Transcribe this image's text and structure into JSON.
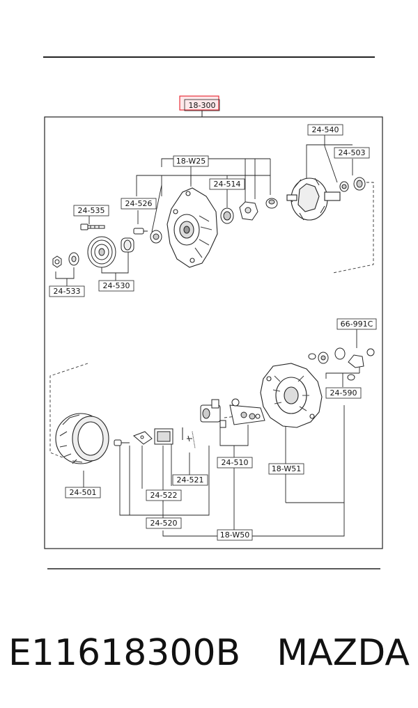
{
  "diagram": {
    "highlight_color": "#e8303a",
    "line_color": "#222222",
    "assembly_label": "18-300",
    "part_labels": {
      "p24_540": "24-540",
      "p24_503": "24-503",
      "p18_w25": "18-W25",
      "p24_514": "24-514",
      "p24_526": "24-526",
      "p24_535": "24-535",
      "p24_533": "24-533",
      "p24_530": "24-530",
      "p66_991c": "66-991C",
      "p24_590": "24-590",
      "p24_510": "24-510",
      "p18_w51": "18-W51",
      "p24_521": "24-521",
      "p24_522": "24-522",
      "p24_520": "24-520",
      "p18_w50": "18-W50",
      "p24_501": "24-501"
    }
  },
  "caption": {
    "part_number": "E11618300B",
    "brand": "MAZDA"
  }
}
